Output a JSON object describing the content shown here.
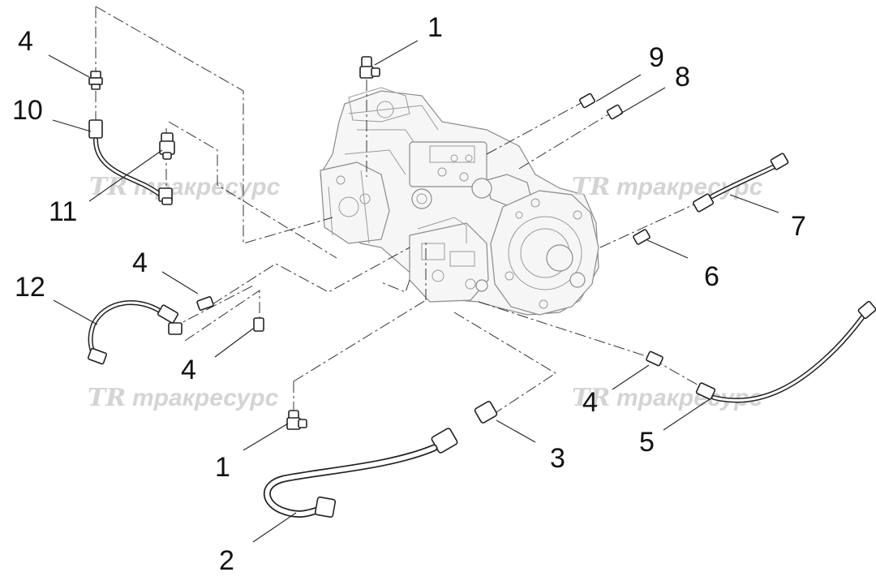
{
  "watermark": {
    "logo": "TR",
    "text": "тракресурс"
  },
  "callouts": [
    "1",
    "2",
    "3",
    "4",
    "5",
    "6",
    "7",
    "8",
    "9",
    "10",
    "11",
    "12",
    "4",
    "4",
    "4",
    "1"
  ]
}
